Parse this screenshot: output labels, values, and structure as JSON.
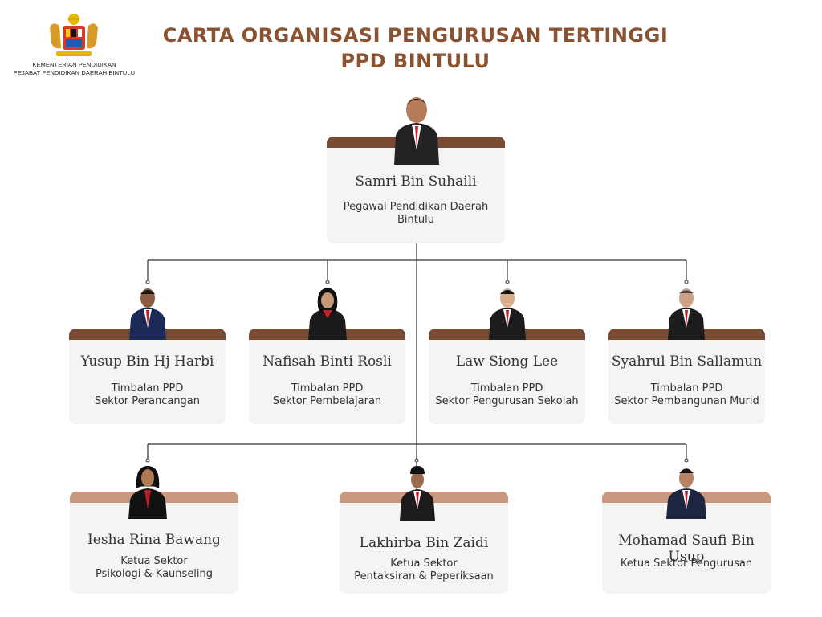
{
  "header": {
    "logo_line1": "KEMENTERIAN PENDIDIKAN",
    "logo_line2": "PEJABAT PENDIDIKAN DAERAH BINTULU",
    "title_line1": "CARTA ORGANISASI PENGURUSAN TERTINGGI",
    "title_line2": "PPD BINTULU"
  },
  "colors": {
    "title": "#8a5230",
    "band_dark": "#7a4b33",
    "band_light": "#c99880",
    "card_bg": "#f4f5f3"
  },
  "head": {
    "name": "Samri Bin Suhaili",
    "role": [
      "Pegawai Pendidikan Daerah",
      "Bintulu"
    ]
  },
  "deputies": [
    {
      "name": "Yusup Bin Hj Harbi",
      "role": [
        "Timbalan PPD",
        "Sektor Perancangan"
      ]
    },
    {
      "name": "Nafisah Binti Rosli",
      "role": [
        "Timbalan PPD",
        "Sektor Pembelajaran"
      ]
    },
    {
      "name": "Law Siong Lee",
      "role": [
        "Timbalan PPD",
        "Sektor Pengurusan Sekolah"
      ]
    },
    {
      "name": "Syahrul Bin Sallamun",
      "role": [
        "Timbalan PPD",
        "Sektor Pembangunan Murid"
      ]
    }
  ],
  "heads": [
    {
      "name": "Iesha Rina Bawang",
      "role": [
        "Ketua Sektor",
        "Psikologi & Kaunseling"
      ]
    },
    {
      "name": "Lakhirba Bin Zaidi",
      "role": [
        "Ketua Sektor",
        "Pentaksiran & Peperiksaan"
      ]
    },
    {
      "name": "Mohamad Saufi Bin Usup",
      "role": [
        "Ketua Sektor Pengurusan"
      ]
    }
  ]
}
